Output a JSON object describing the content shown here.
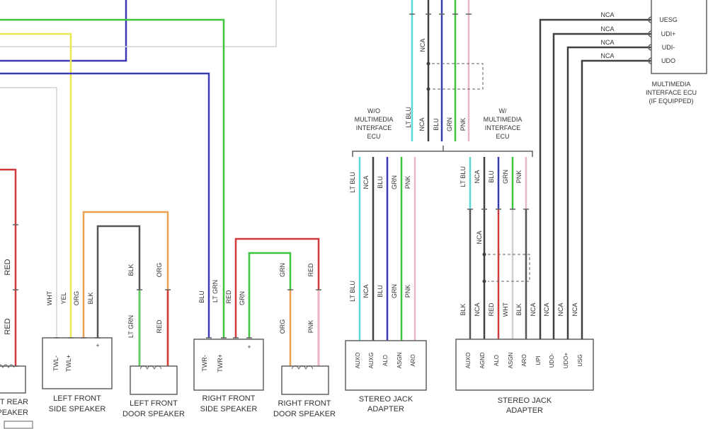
{
  "colors": {
    "blu": "#3a3ab8",
    "grn": "#3cc43c",
    "yel": "#e8e850",
    "red": "#d03a3a",
    "org": "#e8a050",
    "pnk": "#e8b8c8",
    "ltblu": "#5ad8d8",
    "ltgrn": "#60d060",
    "blk": "#555555",
    "nca": "#404040",
    "wht": "#d0d0d0",
    "box": "#606060"
  },
  "components": {
    "left_rear_speaker": [
      "LEFT REAR",
      "SPEAKER"
    ],
    "left_front_side_speaker": [
      "LEFT FRONT",
      "SIDE SPEAKER"
    ],
    "left_front_door_speaker": [
      "LEFT FRONT",
      "DOOR SPEAKER"
    ],
    "right_front_side_speaker": [
      "RIGHT FRONT",
      "SIDE SPEAKER"
    ],
    "right_front_door_speaker": [
      "RIGHT FRONT",
      "DOOR SPEAKER"
    ],
    "stereo_jack_adapter_1": [
      "STEREO JACK",
      "ADAPTER"
    ],
    "stereo_jack_adapter_2": [
      "STEREO JACK",
      "ADAPTER"
    ],
    "multimedia_ecu": [
      "MULTIMEDIA",
      "INTERFACE ECU",
      "(IF EQUIPPED)"
    ]
  },
  "branch_labels": {
    "without": [
      "W/O",
      "MULTIMEDIA",
      "INTERFACE",
      "ECU"
    ],
    "with": [
      "W/",
      "MULTIMEDIA",
      "INTERFACE",
      "ECU"
    ]
  },
  "pins": {
    "left_front_side": [
      "TWL-",
      "TWL+",
      "+"
    ],
    "right_front_side": [
      "TWR-",
      "TWR+",
      "+"
    ],
    "jack1": [
      "AUXO",
      "AUXG",
      "ALO",
      "ASGN",
      "ARO"
    ],
    "jack2": [
      "AUXO",
      "AGND",
      "ALO",
      "ASGN",
      "ARO",
      "UPI",
      "UDO-",
      "UDO+",
      "USG"
    ],
    "ecu": [
      "UESG",
      "UDI+",
      "UDI-",
      "UDO"
    ]
  },
  "wire_labels": {
    "rear_red": "RED",
    "lfs": [
      "WHT",
      "YEL",
      "ORG",
      "BLK"
    ],
    "lfd": [
      "BLK",
      "ORG",
      "LT GRN",
      "RED"
    ],
    "rfs": [
      "BLU",
      "LT GRN",
      "RED",
      "GRN"
    ],
    "rfd": [
      "GRN",
      "RED",
      "ORG",
      "PNK"
    ],
    "top_bus": [
      "LT BLU",
      "NCA",
      "BLU",
      "GRN",
      "PNK"
    ],
    "top_nca": "NCA",
    "jack1_top": [
      "LT BLU",
      "NCA",
      "BLU",
      "GRN",
      "PNK"
    ],
    "jack1_bot": [
      "LT BLU",
      "NCA",
      "BLU",
      "GRN",
      "PNK"
    ],
    "jack2_top": [
      "LT BLU",
      "NCA",
      "BLU",
      "GRN",
      "PNK"
    ],
    "jack2_mid": "NCA",
    "jack2_bot": [
      "BLK",
      "NCA",
      "RED",
      "WHT",
      "BLK",
      "NCA",
      "NCA",
      "NCA",
      "NCA",
      "NCA"
    ],
    "ecu_nca": [
      "NCA",
      "NCA",
      "NCA",
      "NCA"
    ]
  }
}
